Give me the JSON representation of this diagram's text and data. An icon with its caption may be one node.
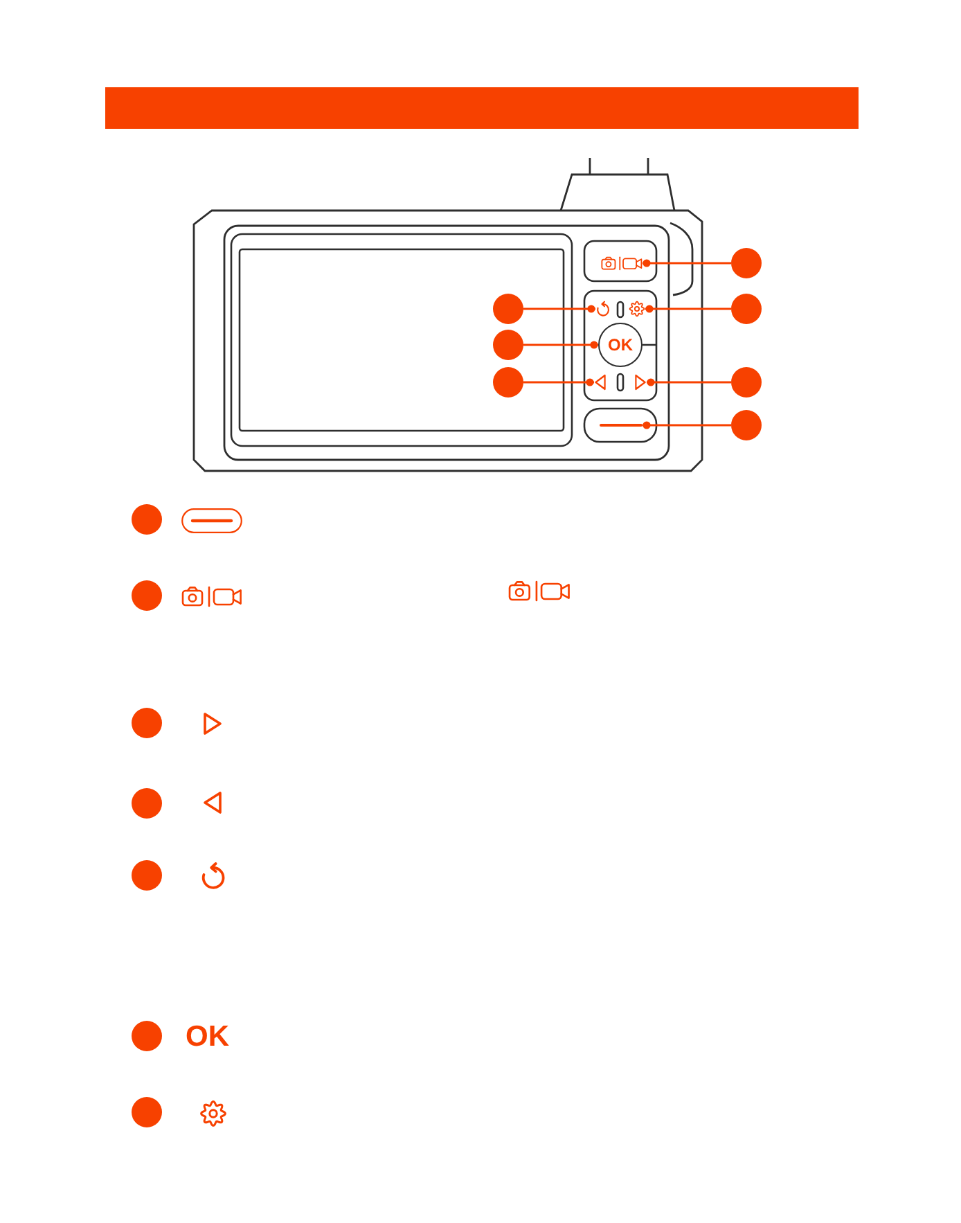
{
  "diagram": {
    "nodes": [
      {
        "text": [],
        "shape": "bar"
      },
      {
        "text": [],
        "shape": "picture"
      },
      {
        "text": [],
        "shape": "circle"
      },
      {
        "text": [],
        "shape": "circle"
      },
      {
        "text": [],
        "shape": "picture"
      },
      {
        "text": [],
        "shape": "picture"
      },
      {
        "text": [],
        "shape": "circle"
      },
      {
        "text": [],
        "shape": "circle"
      },
      {
        "text": [
          "OK"
        ]
      },
      {
        "text": [],
        "shape": "circle"
      },
      {
        "text": [],
        "shape": "picture"
      },
      {
        "text": [],
        "shape": "picture"
      },
      {
        "text": [],
        "shape": "circle"
      },
      {
        "text": [],
        "shape": "picture"
      },
      {
        "text": [],
        "shape": "circle"
      },
      {
        "text": [],
        "shape": "circle"
      },
      {
        "text": [],
        "shape": "circle"
      },
      {
        "text": [],
        "shape": "circle"
      },
      {
        "text": [],
        "shape": "circle"
      },
      {
        "text": [],
        "shape": "circle"
      },
      {
        "text": [],
        "shape": "circle"
      },
      {
        "text": [],
        "shape": "circle"
      }
    ],
    "edges": [
      {
        "from": 2,
        "to": 1,
        "arrow": "other"
      },
      {
        "from": 3,
        "to": 4,
        "arrow": "other"
      },
      {
        "from": 6,
        "to": 5,
        "arrow": "other"
      },
      {
        "from": 7,
        "to": 8,
        "arrow": "other"
      },
      {
        "from": 9,
        "to": 10,
        "arrow": "other"
      },
      {
        "from": 12,
        "to": 11,
        "arrow": "other"
      },
      {
        "from": 14,
        "to": 13,
        "arrow": "other"
      }
    ],
    "labels": [
      "OK"
    ]
  }
}
